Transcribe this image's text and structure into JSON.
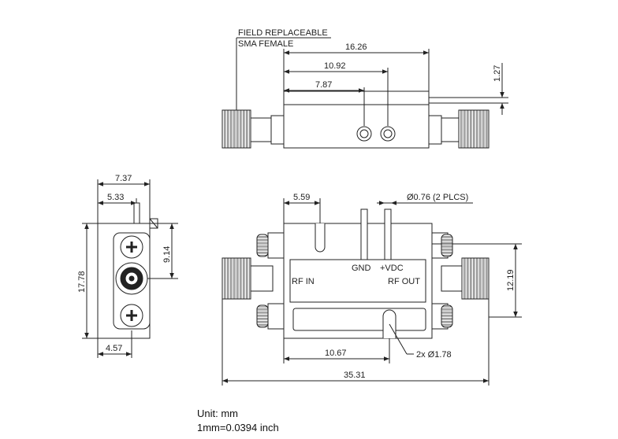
{
  "labels": {
    "field_replaceable": "FIELD REPLACEABLE",
    "sma_female": "SMA FEMALE",
    "rf_in": "RF IN",
    "rf_out": "RF OUT",
    "gnd": "GND",
    "vdc": "+VDC",
    "pin_dia": "Ø0.76 (2 PLCS)",
    "hole_dia": "2x Ø1.78"
  },
  "dims": {
    "d16_26": "16.26",
    "d10_92": "10.92",
    "d7_87": "7.87",
    "d1_27": "1.27",
    "d7_37": "7.37",
    "d5_33": "5.33",
    "d9_14": "9.14",
    "d17_78": "17.78",
    "d4_57": "4.57",
    "d5_59": "5.59",
    "d12_19": "12.19",
    "d10_67": "10.67",
    "d35_31": "35.31"
  },
  "units": {
    "unit_line": "Unit: mm",
    "conversion": "1mm=0.0394 inch"
  }
}
